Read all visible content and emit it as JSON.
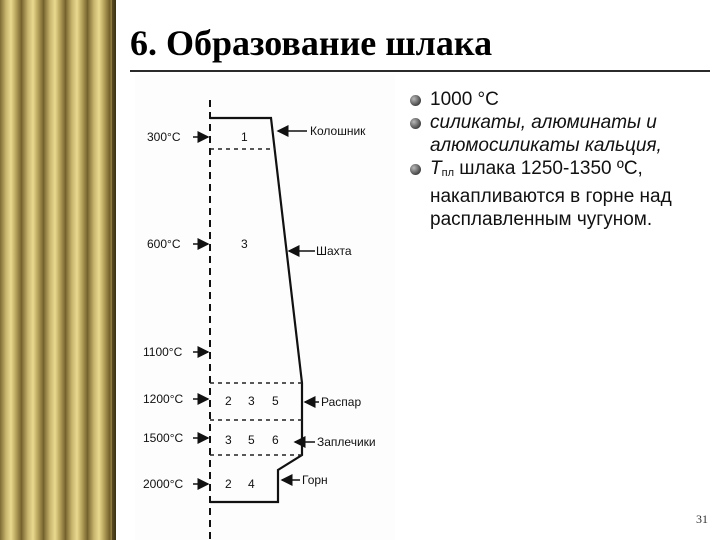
{
  "slide": {
    "title": "6. Образование шлака",
    "page_number": "31"
  },
  "diagram": {
    "zones": [
      {
        "temp": "300°C",
        "numbers": [
          "1"
        ],
        "label": "Колошник"
      },
      {
        "temp": "600°C",
        "numbers": [
          "3"
        ],
        "label": "Шахта"
      },
      {
        "temp": "1100°C",
        "numbers": [],
        "label": ""
      },
      {
        "temp": "1200°C",
        "numbers": [
          "2",
          "3",
          "5"
        ],
        "label": "Распар"
      },
      {
        "temp": "1500°C",
        "numbers": [
          "3",
          "5",
          "6"
        ],
        "label": "Заплечики"
      },
      {
        "temp": "2000°C",
        "numbers": [
          "2",
          "4"
        ],
        "label": "Горн"
      }
    ]
  },
  "bullets": [
    {
      "parts": [
        "1000 °C"
      ]
    },
    {
      "parts": [
        "силикаты, алюминаты и алюмосиликаты кальция,"
      ]
    },
    {
      "parts": [
        "T",
        "пл",
        " шлака 1250-1350 ºC, накапливаются в горне над расплавленным чугуном."
      ]
    }
  ]
}
